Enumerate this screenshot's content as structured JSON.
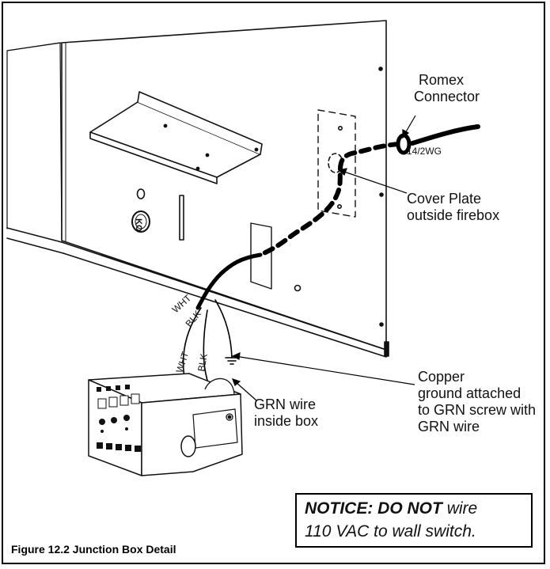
{
  "labels": {
    "romex_line1": "Romex",
    "romex_line2": "Connector",
    "wire_gauge": "14/2WG",
    "cover_line1": "Cover Plate",
    "cover_line2": "outside firebox",
    "copper_line1": "Copper",
    "copper_line2": "ground attached",
    "copper_line3": "to GRN screw with",
    "copper_line4": "GRN wire",
    "grn_line1": "GRN wire",
    "grn_line2": "inside box",
    "wht_upper": "WHT",
    "blk_upper": "BLK",
    "wht_lower": "WHT",
    "blk_lower": "BLK",
    "ko_mark": "KO"
  },
  "notice": {
    "prefix": "NOTICE:",
    "emphasis": "DO NOT",
    "rest": "wire",
    "line2": "110 VAC to wall switch."
  },
  "caption": "Figure 12.2  Junction Box Detail"
}
